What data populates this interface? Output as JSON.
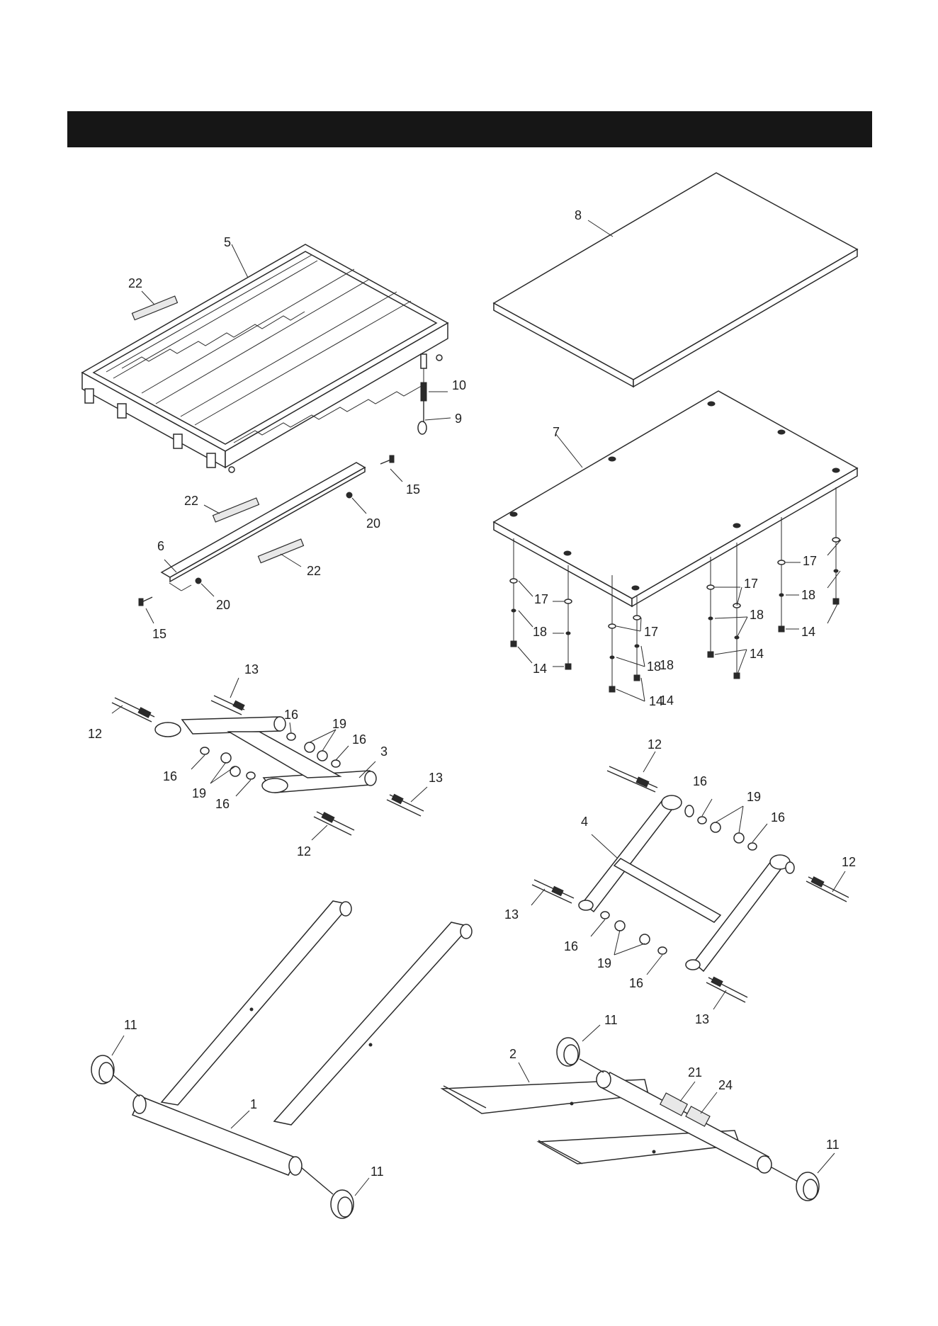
{
  "callouts": {
    "c1": "1",
    "c2": "2",
    "c3": "3",
    "c4": "4",
    "c5": "5",
    "c6": "6",
    "c7": "7",
    "c8": "8",
    "c9": "9",
    "c10": "10",
    "c11a": "11",
    "c11b": "11",
    "c11c": "11",
    "c11d": "11",
    "c12a": "12",
    "c12b": "12",
    "c12c": "12",
    "c12d": "12",
    "c13a": "13",
    "c13b": "13",
    "c13c": "13",
    "c13d": "13",
    "c14a": "14",
    "c14b": "14",
    "c14c": "14",
    "c14d": "14",
    "c14e": "14",
    "c15a": "15",
    "c15b": "15",
    "c16a": "16",
    "c16b": "16",
    "c16c": "16",
    "c16d": "16",
    "c16e": "16",
    "c16f": "16",
    "c16g": "16",
    "c16h": "16",
    "c17a": "17",
    "c17b": "17",
    "c17c": "17",
    "c17d": "17",
    "c18a": "18",
    "c18b": "18",
    "c18c": "18",
    "c18d": "18",
    "c18e": "18",
    "c19a": "19",
    "c19b": "19",
    "c19c": "19",
    "c19d": "19",
    "c20a": "20",
    "c20b": "20",
    "c21": "21",
    "c22a": "22",
    "c22b": "22",
    "c22c": "22",
    "c24": "24"
  }
}
